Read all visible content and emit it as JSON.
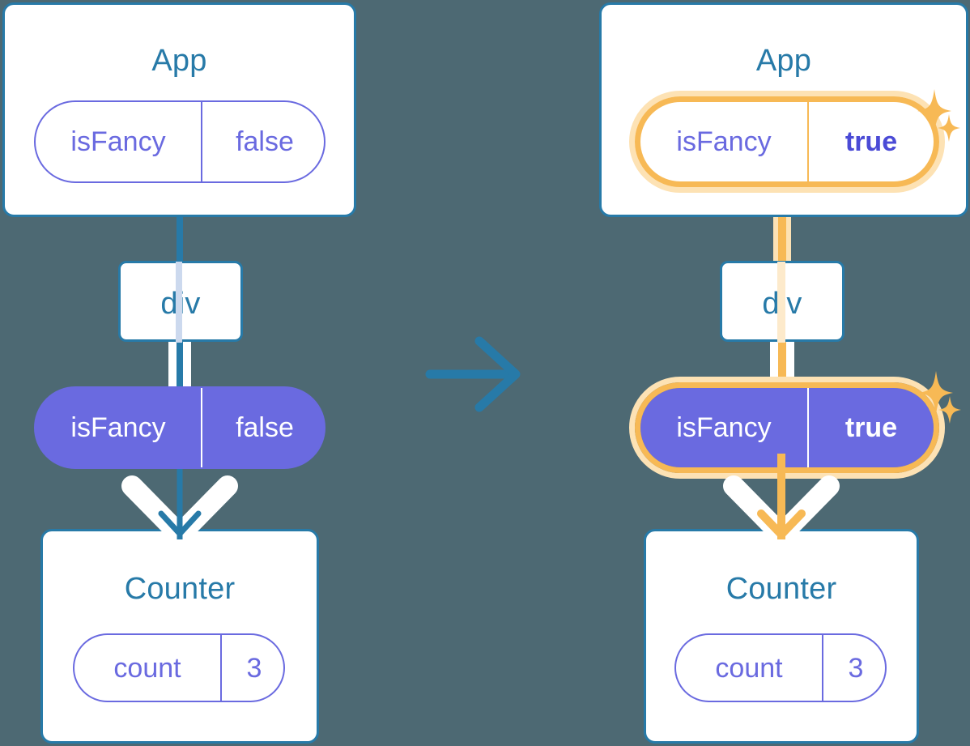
{
  "diagram": {
    "title": "React state lifting / prop drilling re-render diagram",
    "background_color": "#4d6973",
    "transition_arrow": "arrow-right",
    "colors": {
      "card_border": "#277aa8",
      "card_title": "#277aa8",
      "pill_purple": "#6a6ae0",
      "highlight_orange": "#f7b955",
      "highlight_orange_pale": "#fde2b4",
      "white": "#ffffff"
    },
    "panels": [
      {
        "id": "before",
        "highlighted": false,
        "app": {
          "title": "App",
          "state": {
            "key": "isFancy",
            "value": "false",
            "bold": false,
            "highlighted": false
          }
        },
        "dom": {
          "tag": "div"
        },
        "prop": {
          "key": "isFancy",
          "value": "false",
          "bold": false,
          "highlighted": false
        },
        "counter": {
          "title": "Counter",
          "state": {
            "key": "count",
            "value": "3",
            "bold": false,
            "highlighted": false
          }
        }
      },
      {
        "id": "after",
        "highlighted": true,
        "app": {
          "title": "App",
          "state": {
            "key": "isFancy",
            "value": "true",
            "bold": true,
            "highlighted": true
          }
        },
        "dom": {
          "tag": "div"
        },
        "prop": {
          "key": "isFancy",
          "value": "true",
          "bold": true,
          "highlighted": true
        },
        "counter": {
          "title": "Counter",
          "state": {
            "key": "count",
            "value": "3",
            "bold": false,
            "highlighted": false
          }
        }
      }
    ],
    "sparkles": [
      {
        "panel": "after",
        "near": "app-state-pill",
        "size": "large"
      },
      {
        "panel": "after",
        "near": "app-state-pill",
        "size": "small"
      },
      {
        "panel": "after",
        "near": "prop-pill",
        "size": "large"
      },
      {
        "panel": "after",
        "near": "prop-pill",
        "size": "small"
      }
    ]
  }
}
